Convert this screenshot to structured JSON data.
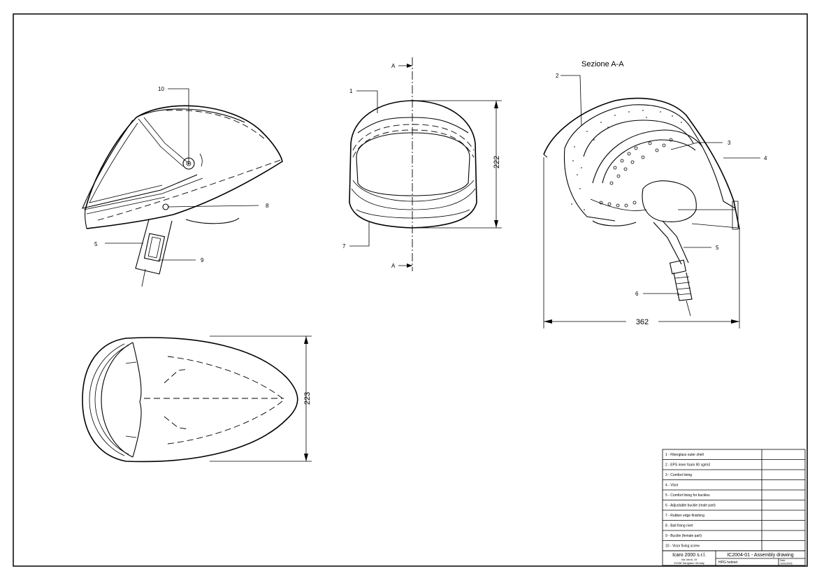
{
  "callouts": {
    "c1": "1",
    "c2": "2",
    "c3": "3",
    "c4": "4",
    "c5a": "5",
    "c5b": "5",
    "c6": "6",
    "c7": "7",
    "c8": "8",
    "c9": "9",
    "c10": "10"
  },
  "section": {
    "title": "Sezione A-A",
    "mark_top": "A",
    "mark_bottom": "A"
  },
  "dimensions": {
    "front_height": "222",
    "section_length": "362",
    "top_width": "223"
  },
  "parts": [
    "1 - Fiberglass outer shell",
    "2 - EPS inner foam 90 sg/m3",
    "3 - Comfort lining",
    "4 - Visor",
    "5 - Comfort lining for buckles",
    "6 - Adjustable buckle (male part)",
    "7 - Rubber edge finishing",
    "8 - Ball fixing rivet",
    "9 - Buckle (female part)",
    "10 - Visor fixing screw"
  ],
  "title_block": {
    "company": "Icaro 2000 s.r.l.",
    "address1": "Via Verdi, 19",
    "address2": "21038 Sangiano VA Italy",
    "drawing": "IC2004-01 - Assembly drawing",
    "description": "HPG helmet",
    "date_label": "Date",
    "date": "16/02/2005"
  }
}
